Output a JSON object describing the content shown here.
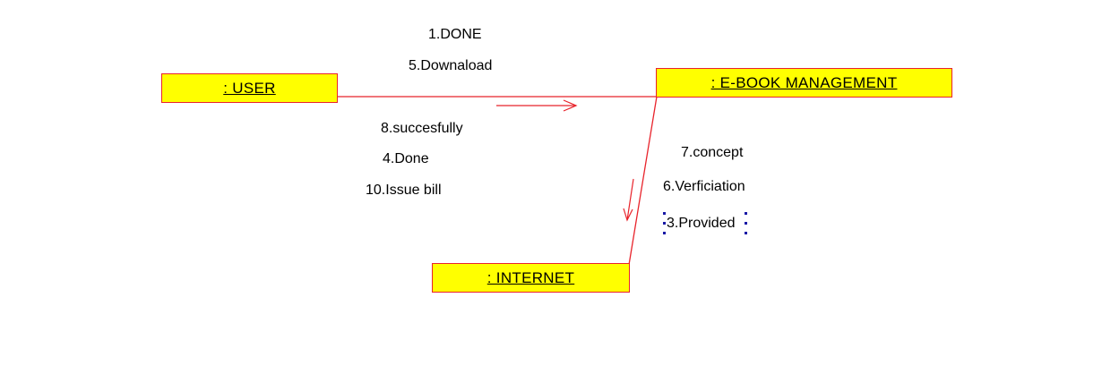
{
  "objects": {
    "user": ": USER",
    "ebook": ": E-BOOK MANAGEMENT",
    "internet": ": INTERNET"
  },
  "messages": {
    "m1": "1.DONE",
    "m5": "5.Downaload",
    "m8": "8.succesfully",
    "m4": "4.Done",
    "m10": "10.Issue bill",
    "m7": "7.concept",
    "m6": "6.Verficiation",
    "m3": "3.Provided"
  },
  "colors": {
    "object_fill": "#ffff00",
    "line": "#e8232b",
    "selection": "#1a1aa6"
  }
}
